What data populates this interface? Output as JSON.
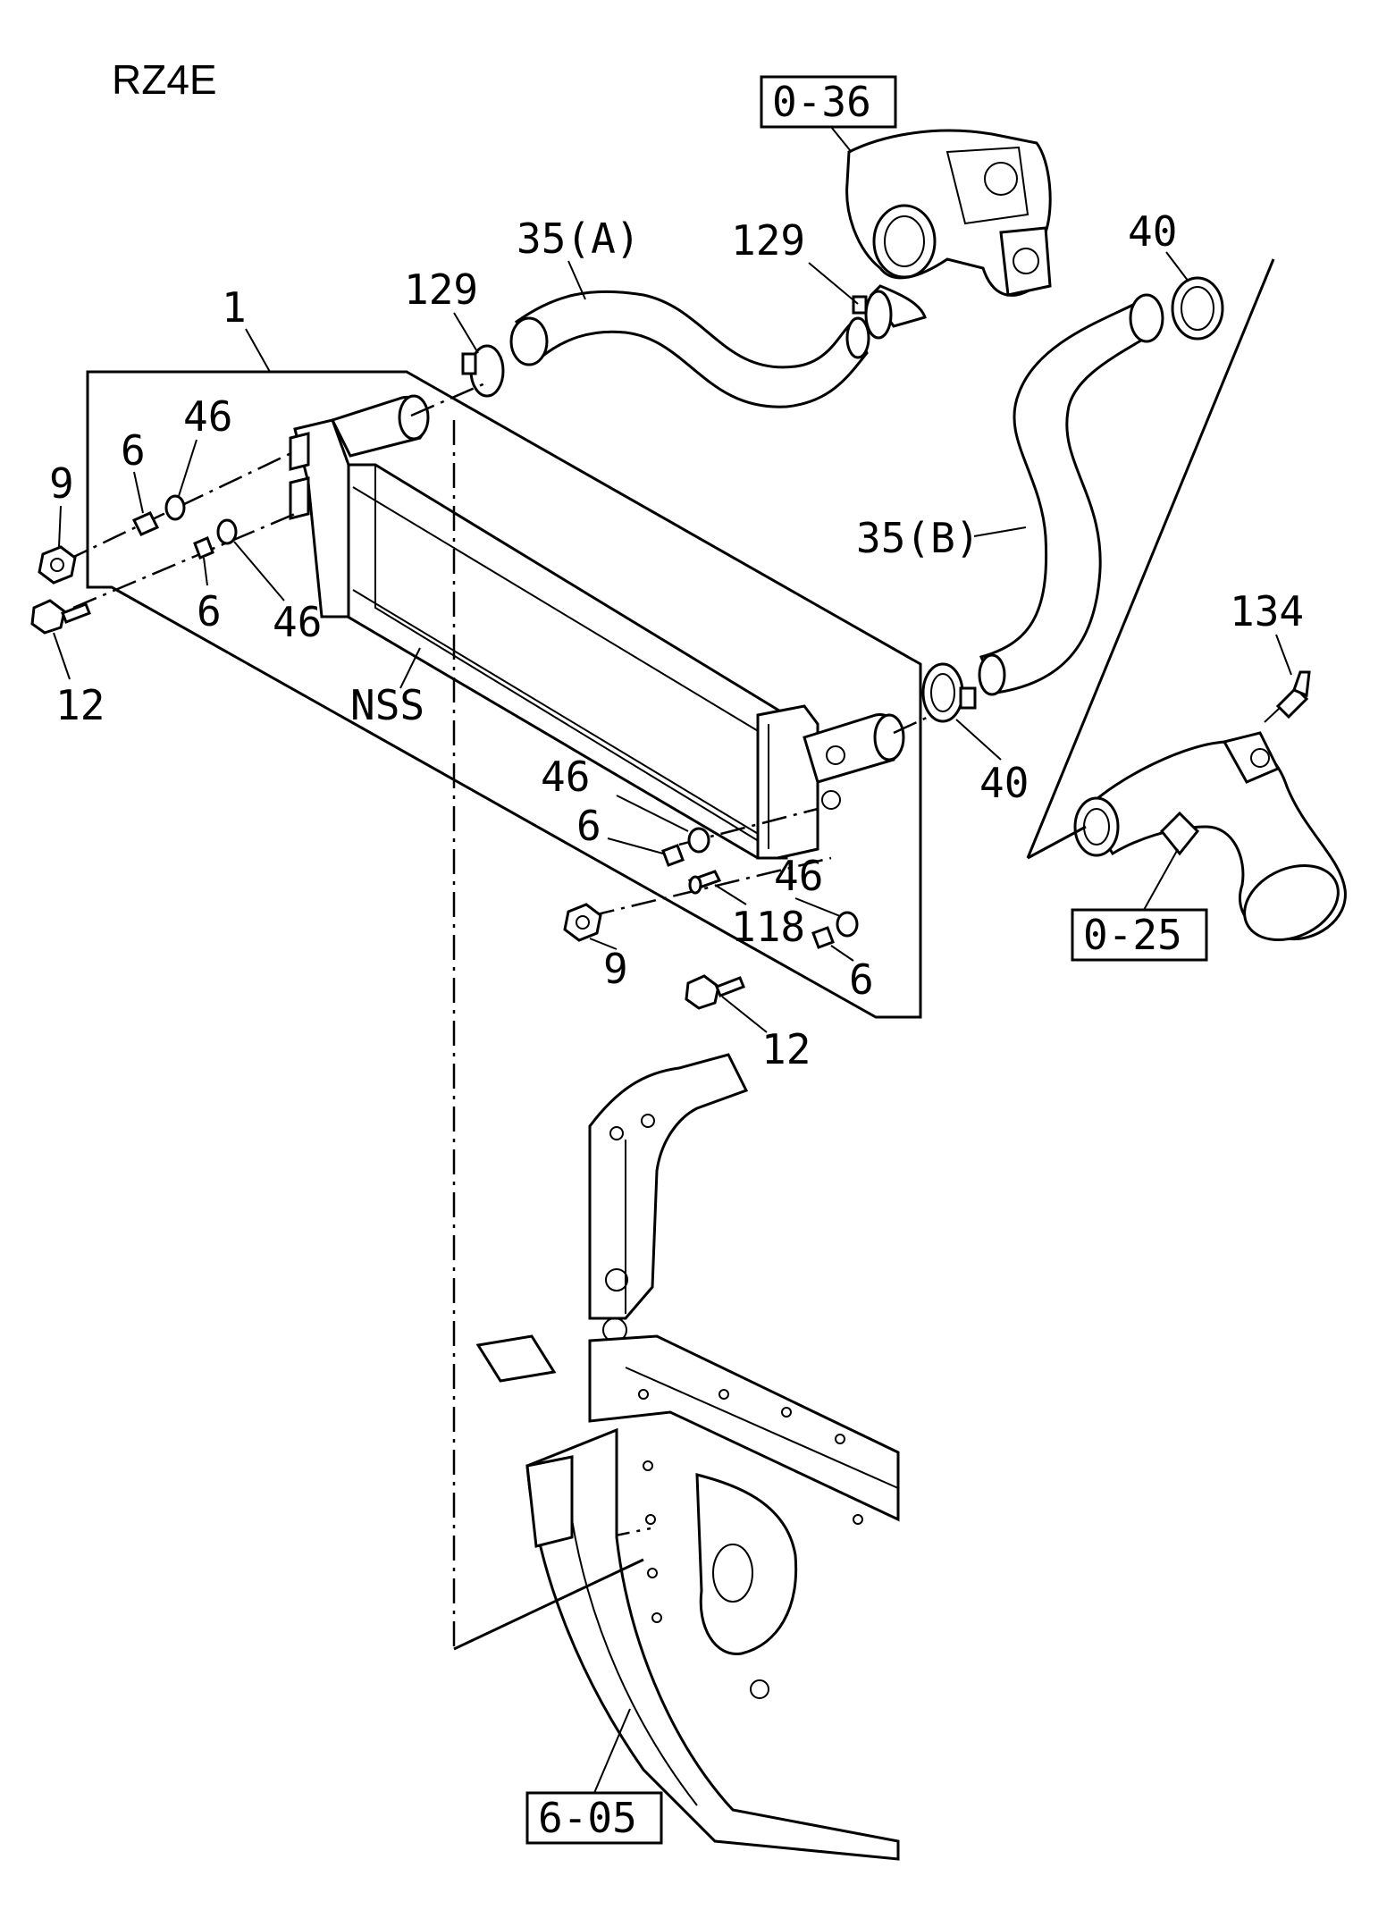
{
  "model_code": "RZ4E",
  "references": {
    "turbocharger": "0-36",
    "outlet_pipe": "0-25",
    "frame": "6-05"
  },
  "callouts": {
    "intercooler": "1",
    "hose_a": "35(A)",
    "hose_b": "35(B)",
    "clamp_129_left": "129",
    "clamp_129_right": "129",
    "clamp_40_top": "40",
    "clamp_40_bottom": "40",
    "sensor_134": "134",
    "bracket_nss": "NSS",
    "bolt_6_a": "6",
    "bolt_6_b": "6",
    "bolt_6_c": "6",
    "bolt_6_d": "6",
    "grommet_46_a": "46",
    "grommet_46_b": "46",
    "grommet_46_c": "46",
    "grommet_46_d": "46",
    "nut_9_a": "9",
    "nut_9_b": "9",
    "bolt_12_a": "12",
    "bolt_12_b": "12",
    "stud_118": "118"
  }
}
